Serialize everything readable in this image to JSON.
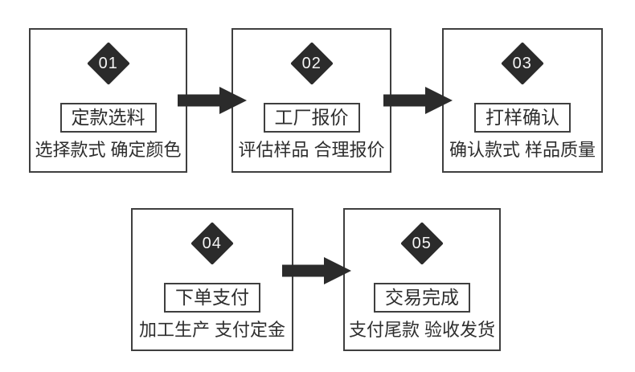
{
  "diagram": {
    "name": "transaction-process-flow",
    "steps": [
      {
        "number": "01",
        "title": "定款选料",
        "subtitle": "选择款式 确定颜色"
      },
      {
        "number": "02",
        "title": "工厂报价",
        "subtitle": "评估样品 合理报价"
      },
      {
        "number": "03",
        "title": "打样确认",
        "subtitle": "确认款式 样品质量"
      },
      {
        "number": "04",
        "title": "下单支付",
        "subtitle": "加工生产 支付定金"
      },
      {
        "number": "05",
        "title": "交易完成",
        "subtitle": "支付尾款 验收发货"
      }
    ],
    "colors": {
      "ink": "#2e2e2e",
      "border": "#3f3f3f",
      "badge_fill": "#2b2b2b",
      "badge_text": "#f5f5f5",
      "arrow": "#2b2b2b",
      "background": "#ffffff"
    }
  }
}
